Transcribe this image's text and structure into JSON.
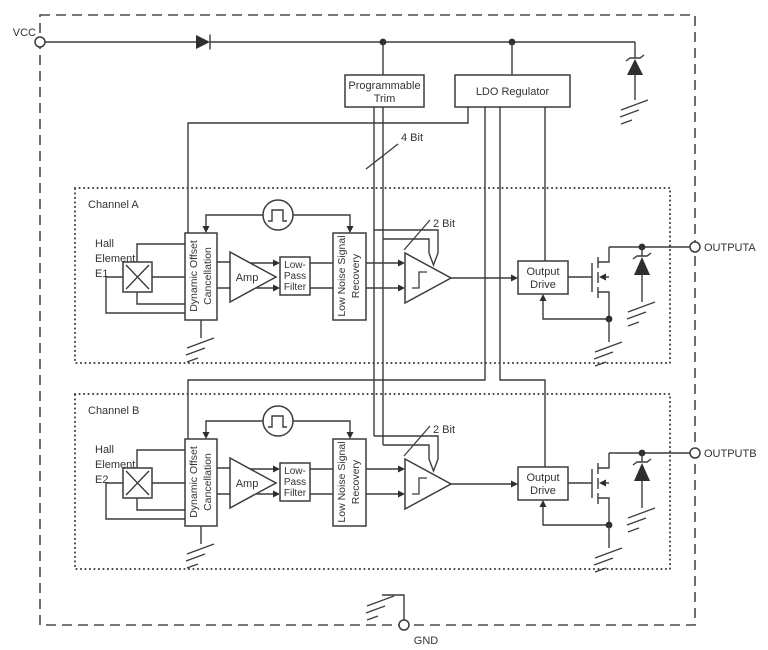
{
  "pins": {
    "vcc": "VCC",
    "gnd": "GND"
  },
  "power": {
    "trim_line1": "Programmable",
    "trim_line2": "Trim",
    "ldo": "LDO Regulator",
    "four_bit": "4 Bit"
  },
  "channels": [
    {
      "title": "Channel A",
      "hall_line1": "Hall",
      "hall_line2": "Element",
      "hall_line3": "E1",
      "doc_line1": "Dynamic Offset",
      "doc_line2": "Cancellation",
      "amp": "Amp",
      "lpf_line1": "Low-",
      "lpf_line2": "Pass",
      "lpf_line3": "Filter",
      "lnsr_line1": "Low Noise Signal",
      "lnsr_line2": "Recovery",
      "two_bit": "2 Bit",
      "out_line1": "Output",
      "out_line2": "Drive",
      "output_pin": "OUTPUTA"
    },
    {
      "title": "Channel B",
      "hall_line1": "Hall",
      "hall_line2": "Element",
      "hall_line3": "E2",
      "doc_line1": "Dynamic Offset",
      "doc_line2": "Cancellation",
      "amp": "Amp",
      "lpf_line1": "Low-",
      "lpf_line2": "Pass",
      "lpf_line3": "Filter",
      "lnsr_line1": "Low Noise Signal",
      "lnsr_line2": "Recovery",
      "two_bit": "2 Bit",
      "out_line1": "Output",
      "out_line2": "Drive",
      "output_pin": "OUTPUTB"
    }
  ],
  "colors": {
    "line": "#3c3c3c",
    "text": "#333333",
    "background": "#ffffff"
  }
}
